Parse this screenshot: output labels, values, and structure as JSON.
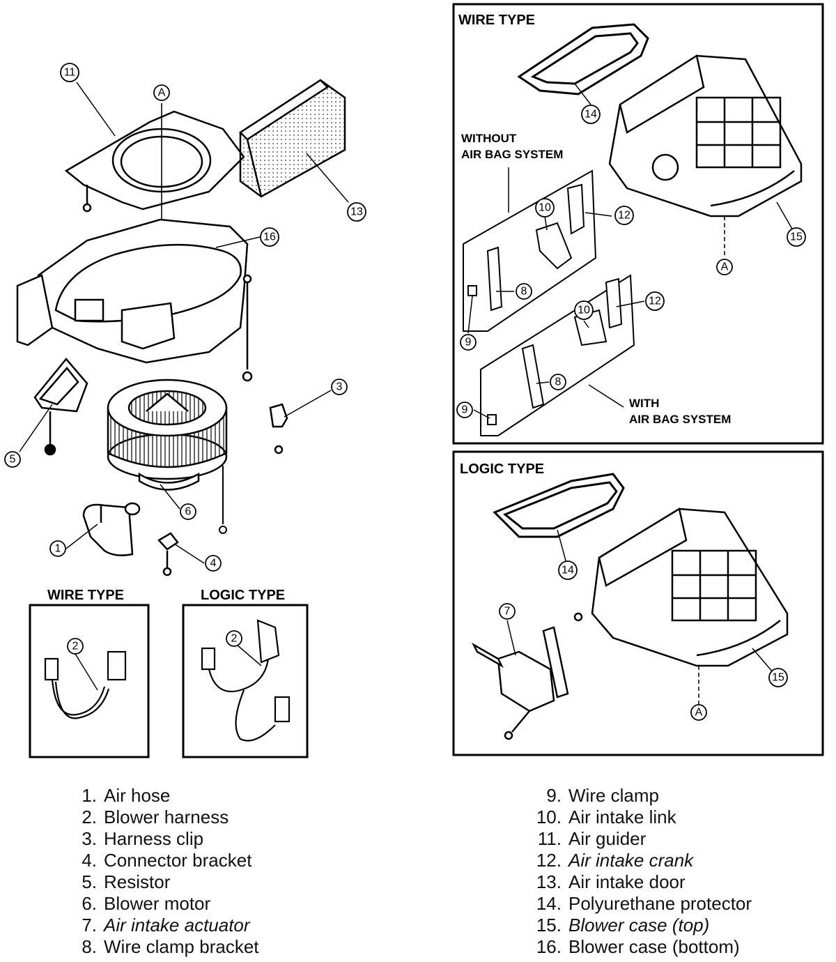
{
  "section_headings": {
    "wire_type_box": "WIRE TYPE",
    "logic_type_box": "LOGIC TYPE",
    "wire_type_harness": "WIRE TYPE",
    "logic_type_harness": "LOGIC TYPE"
  },
  "notes": {
    "without_air_bag_line1": "WITHOUT",
    "without_air_bag_line2": "AIR BAG SYSTEM",
    "with_air_bag_line1": "WITH",
    "with_air_bag_line2": "AIR BAG SYSTEM"
  },
  "reference_marker": "A",
  "callouts": {
    "c1": "1",
    "c2": "2",
    "c3": "3",
    "c4": "4",
    "c5": "5",
    "c6": "6",
    "c7": "7",
    "c8": "8",
    "c9": "9",
    "c10": "10",
    "c11": "11",
    "c12": "12",
    "c13": "13",
    "c14": "14",
    "c15": "15",
    "c16": "16"
  },
  "parts_legend": [
    {
      "num": "1.",
      "name": "Air hose"
    },
    {
      "num": "2.",
      "name": "Blower harness"
    },
    {
      "num": "3.",
      "name": "Harness clip"
    },
    {
      "num": "4.",
      "name": "Connector bracket"
    },
    {
      "num": "5.",
      "name": "Resistor"
    },
    {
      "num": "6.",
      "name": "Blower motor"
    },
    {
      "num": "7.",
      "name": "Air intake actuator"
    },
    {
      "num": "8.",
      "name": "Wire clamp bracket"
    },
    {
      "num": "9.",
      "name": "Wire clamp"
    },
    {
      "num": "10.",
      "name": "Air intake link"
    },
    {
      "num": "11.",
      "name": "Air guider"
    },
    {
      "num": "12.",
      "name": "Air intake crank"
    },
    {
      "num": "13.",
      "name": "Air intake door"
    },
    {
      "num": "14.",
      "name": "Polyurethane protector"
    },
    {
      "num": "15.",
      "name": "Blower case (top)"
    },
    {
      "num": "16.",
      "name": "Blower case (bottom)"
    }
  ]
}
